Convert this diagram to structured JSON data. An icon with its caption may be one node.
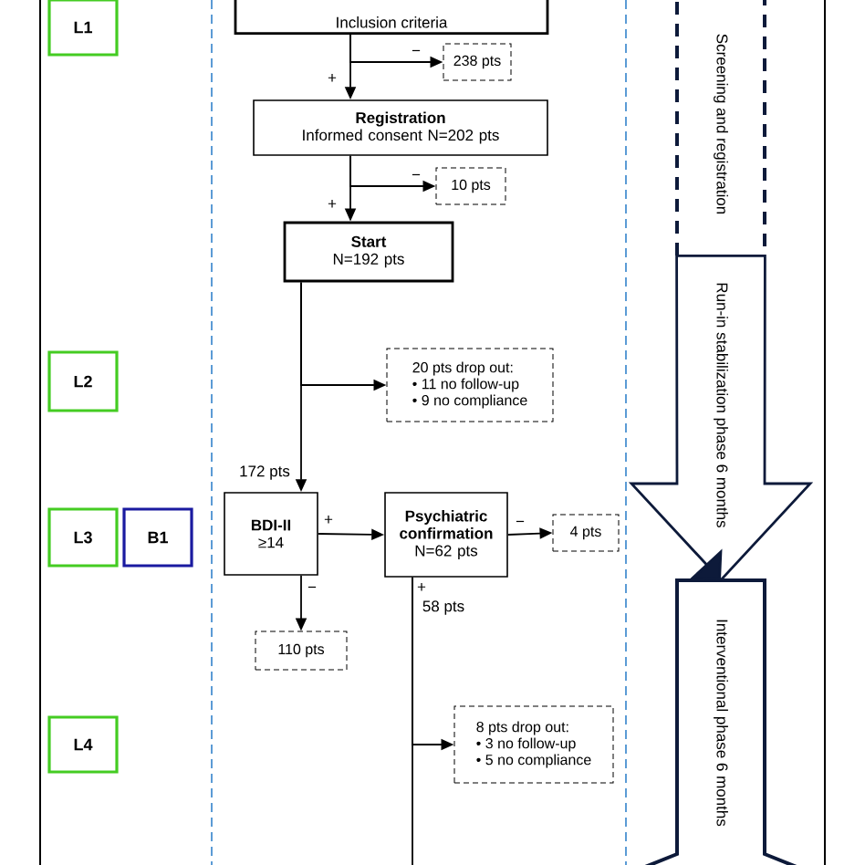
{
  "diagram": {
    "nodes": [
      {
        "text": [
          "L1"
        ]
      },
      {
        "text": [
          "L2"
        ]
      },
      {
        "text": [
          "L3"
        ]
      },
      {
        "text": [
          "B1"
        ]
      },
      {
        "text": [
          "L4"
        ]
      },
      {
        "text": [
          "Inclusion criteria"
        ]
      },
      {
        "text": [
          "238 pts"
        ]
      },
      {
        "text": [
          "Registration",
          "Informed consent N=202 pts"
        ]
      },
      {
        "text": [
          "10 pts"
        ]
      },
      {
        "text": [
          "Start",
          "N=192 pts"
        ]
      },
      {
        "text": [
          "20 pts drop out:",
          "• 11 no follow-up",
          "• 9 no compliance"
        ]
      },
      {
        "text": [
          "BDI-II",
          "≥14"
        ]
      },
      {
        "text": [
          "Psychiatric confirmation",
          "N=62 pts"
        ]
      },
      {
        "text": [
          "110 pts"
        ]
      },
      {
        "text": [
          "4 pts"
        ]
      },
      {
        "text": [
          "8 pts drop out:",
          "• 3 no follow-up",
          "• 5 no compliance"
        ]
      },
      {
        "text": [
          "Screening and registration"
        ]
      },
      {
        "text": [
          "Interventional phase 6 months"
        ]
      }
    ],
    "edges": [
      {
        "from": 5,
        "to": 7,
        "arrow": "to",
        "label": "+"
      },
      {
        "from": 5,
        "to": 6,
        "arrow": "to",
        "label": "−"
      },
      {
        "from": 7,
        "to": 9,
        "arrow": "to",
        "label": "+"
      },
      {
        "from": 7,
        "to": 8,
        "arrow": "to",
        "label": "−"
      },
      {
        "from": 9,
        "to": 11,
        "arrow": "to",
        "label": "172 pts"
      },
      {
        "from": 9,
        "to": 10,
        "arrow": "to"
      },
      {
        "from": 11,
        "to": 12,
        "arrow": "to",
        "label": "+"
      },
      {
        "from": 11,
        "to": 13,
        "arrow": "to",
        "label": "−"
      },
      {
        "from": 12,
        "to": 14,
        "arrow": "to",
        "label": "−"
      },
      {
        "from": 12,
        "to": null,
        "arrow": "none",
        "label": "+"
      },
      {
        "from": 12,
        "to": 15,
        "arrow": "to"
      },
      {
        "from": 16,
        "to": 17,
        "arrow": "to",
        "label": "Run-in stabilization phase 6 months"
      }
    ],
    "labels": [
      "58 pts"
    ]
  }
}
